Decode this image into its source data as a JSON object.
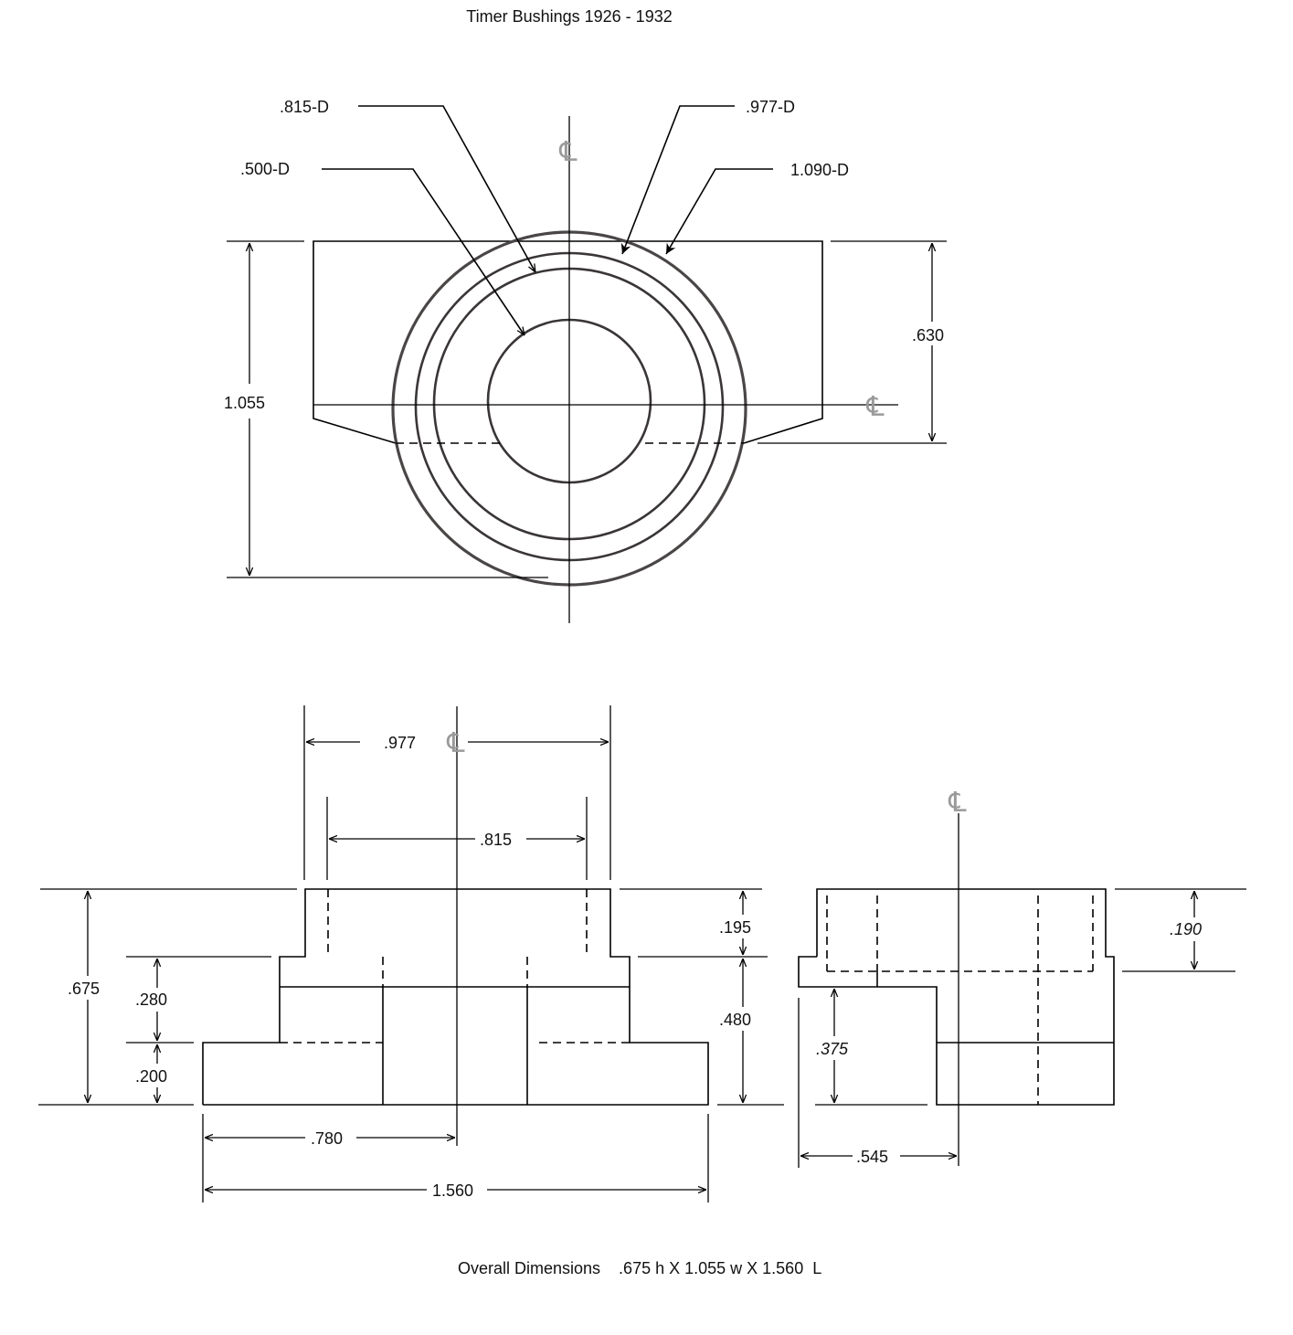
{
  "title": "Timer Bushings 1926 - 1932",
  "footer": "Overall Dimensions    .675 h X 1.055 w X 1.560  L",
  "centerline_symbol": "℄",
  "top_view": {
    "d_815": ".815-D",
    "d_977": ".977-D",
    "d_500": ".500-D",
    "d_1090": "1.090-D",
    "height_1055": "1.055",
    "height_630": ".630"
  },
  "front_view": {
    "w_977": ".977",
    "w_815": ".815",
    "h_675": ".675",
    "h_280": ".280",
    "h_200": ".200",
    "h_195": ".195",
    "h_480": ".480",
    "w_780": ".780",
    "w_1560": "1.560"
  },
  "side_view": {
    "h_190": ".190",
    "h_375": ".375",
    "w_545": ".545"
  }
}
